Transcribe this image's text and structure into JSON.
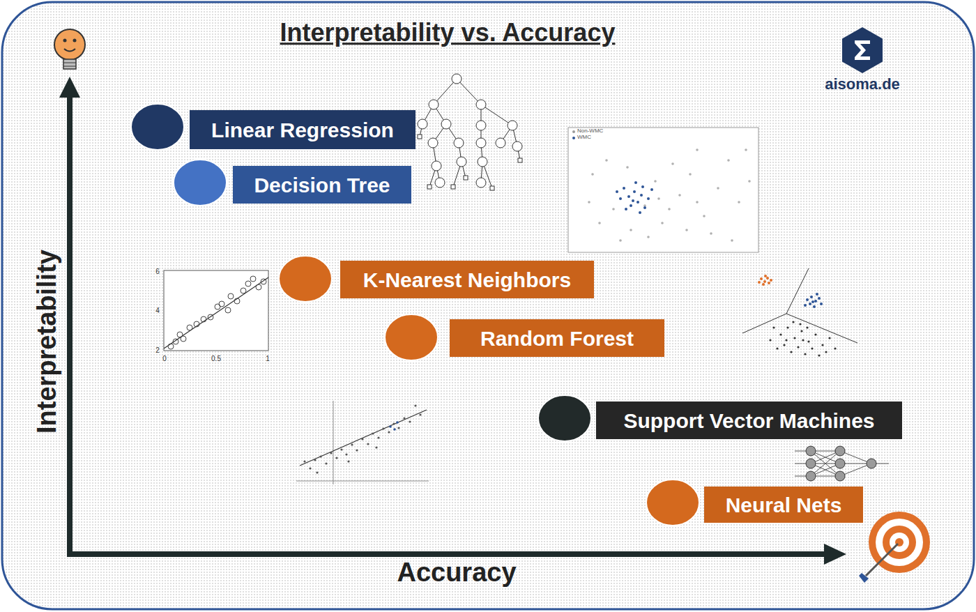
{
  "diagram": {
    "title": "Interpretability vs. Accuracy",
    "nodes": [
      {
        "text": [
          "Linear Regression"
        ]
      },
      {
        "text": [
          "Decision Tree"
        ]
      },
      {
        "text": [
          "K-Nearest Neighbors"
        ]
      },
      {
        "text": [
          "Random Forest"
        ]
      },
      {
        "text": [
          "Support Vector Machines"
        ]
      },
      {
        "text": [
          "Neural Nets"
        ]
      }
    ],
    "labels": [
      "Interpretability",
      "Accuracy",
      "aisoma.de",
      "Non-WMC",
      "WMC",
      "6",
      "4",
      "2",
      "0",
      "0.5",
      "1"
    ]
  }
}
